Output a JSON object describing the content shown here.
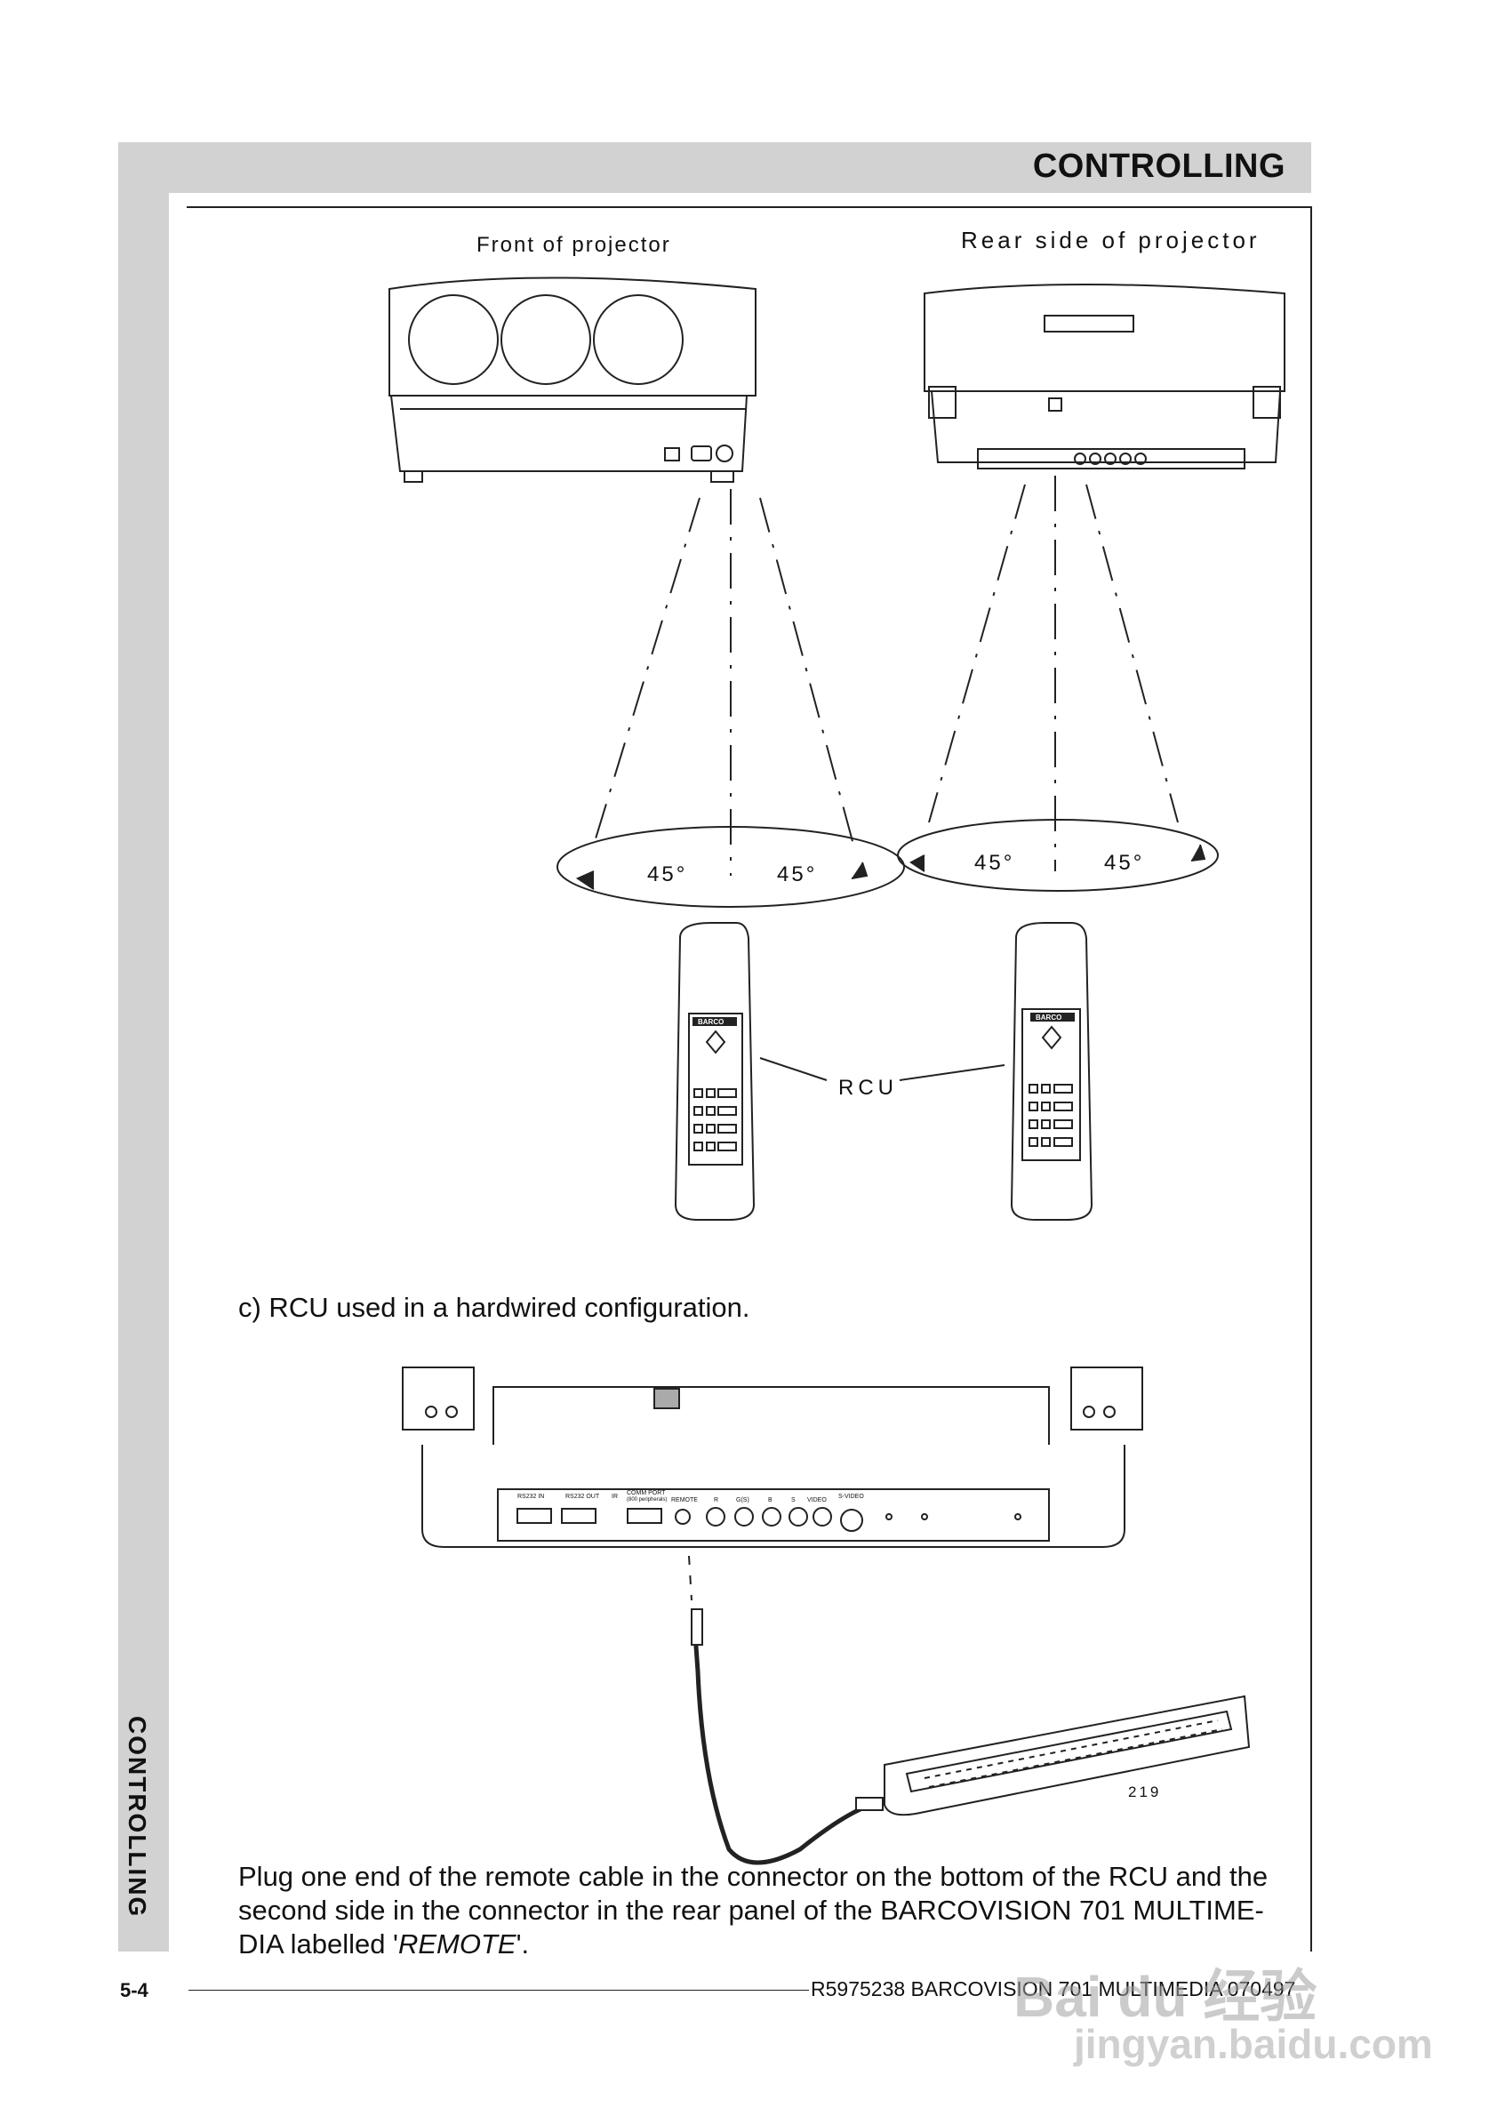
{
  "header": {
    "title": "CONTROLLING"
  },
  "sidebar": {
    "label": "CONTROLLING"
  },
  "figure_top": {
    "front_caption": "Front of projector",
    "rear_caption": "Rear side of projector",
    "angles": [
      "45°",
      "45°",
      "45°",
      "45°"
    ],
    "rcu_label": "RCU",
    "remote_brand": "BARCO"
  },
  "section": {
    "heading": "c) RCU used in a hardwired configuration."
  },
  "figure_bottom": {
    "panel_labels": [
      "RS232 IN",
      "RS232 OUT",
      "IR",
      "COMM PORT",
      "(800 peripherals)",
      "REMOTE",
      "R",
      "G(S)",
      "B",
      "S",
      "VIDEO",
      "S-VIDEO"
    ],
    "figure_number": "219"
  },
  "body": {
    "part1": "Plug one end of the remote cable in the connector on the bottom of the RCU and the second side in the connector in the rear panel of the BARCOVISION 701 MULTIME-DIA  labelled '",
    "emph": "REMOTE",
    "part2": "'."
  },
  "footer": {
    "page_number": "5-4",
    "doc_ref": "R5975238 BARCOVISION 701 MULTIMEDIA 070497"
  },
  "watermark": {
    "brand": "Bai du 经验",
    "url": "jingyan.baidu.com"
  }
}
